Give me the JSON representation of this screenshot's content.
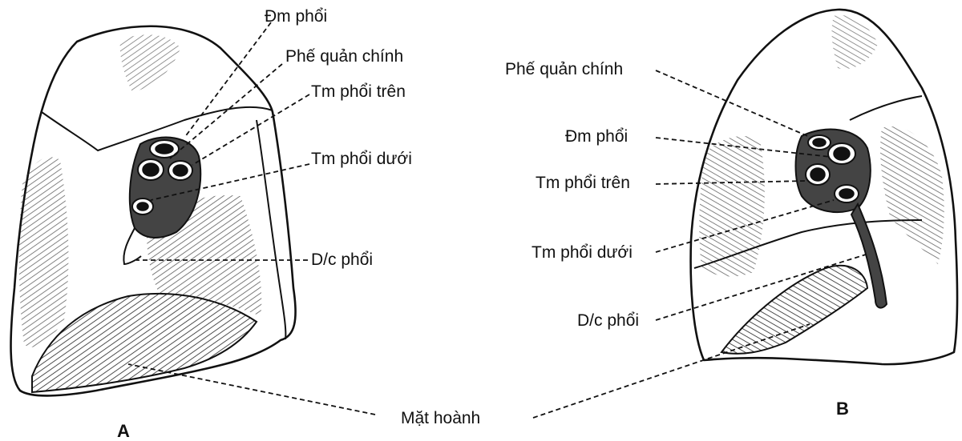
{
  "panel_a": {
    "letter": "A",
    "labels": {
      "pulmonary_artery": "Đm phổi",
      "main_bronchus": "Phế quản chính",
      "superior_vein": "Tm phổi trên",
      "inferior_vein": "Tm phổi dưới",
      "ligament": "D/c phổi"
    }
  },
  "panel_b": {
    "letter": "B",
    "labels": {
      "main_bronchus": "Phế quản chính",
      "pulmonary_artery": "Đm phổi",
      "superior_vein": "Tm phổi trên",
      "inferior_vein": "Tm phổi dưới",
      "ligament": "D/c phổi"
    }
  },
  "shared_label": "Mặt hoành"
}
